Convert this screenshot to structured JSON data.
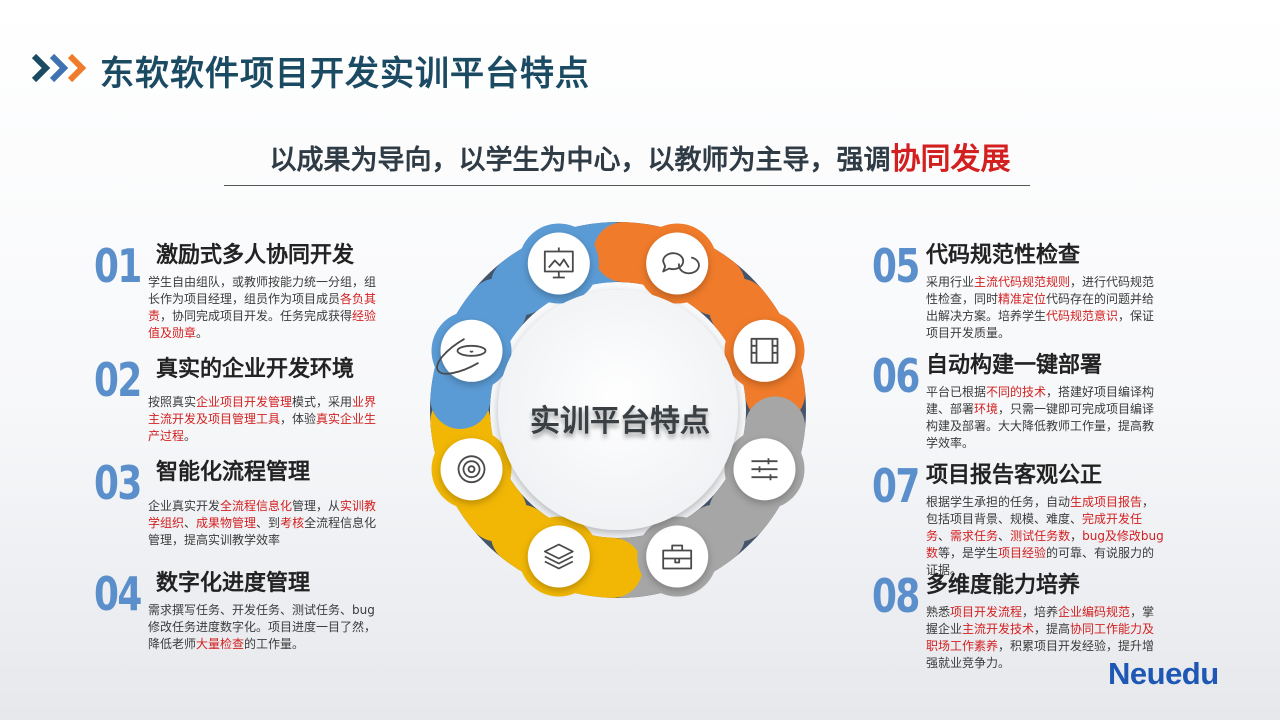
{
  "title": "东软软件项目开发实训平台特点",
  "tagline": {
    "prefix": "以成果为导向，以学生为中心，以教师为主导，强调",
    "highlight": "协同发展"
  },
  "center_label": "实训平台特点",
  "brand": "Neuedu",
  "colors": {
    "blue": "#5b9bd5",
    "orange": "#f07b2a",
    "gray": "#a6a6a6",
    "gold": "#f2b705",
    "dark": "#44546a",
    "red": "#d31f1f"
  },
  "features": [
    {
      "num": "01",
      "title": "激励式多人协同开发",
      "desc": [
        {
          "t": "学生自由组队，或教师按能力统一分组，组长作为项目经理，组员作为项目成员"
        },
        {
          "t": "各负其责",
          "r": true
        },
        {
          "t": "，协同完成项目开发。任务完成获得"
        },
        {
          "t": "经验值及勋章",
          "r": true
        },
        {
          "t": "。"
        }
      ]
    },
    {
      "num": "02",
      "title": "真实的企业开发环境",
      "desc": [
        {
          "t": "按照真实"
        },
        {
          "t": "企业项目开发管理",
          "r": true
        },
        {
          "t": "模式，采用"
        },
        {
          "t": "业界主流开发及项目管理工具",
          "r": true
        },
        {
          "t": "，体验"
        },
        {
          "t": "真实企业生产过程",
          "r": true
        },
        {
          "t": "。"
        }
      ]
    },
    {
      "num": "03",
      "title": "智能化流程管理",
      "desc": [
        {
          "t": "企业真实开发"
        },
        {
          "t": "全流程信息化",
          "r": true
        },
        {
          "t": "管理，从"
        },
        {
          "t": "实训教学组织",
          "r": true
        },
        {
          "t": "、"
        },
        {
          "t": "成果物管理",
          "r": true
        },
        {
          "t": "、到"
        },
        {
          "t": "考核",
          "r": true
        },
        {
          "t": "全流程信息化管理，提高实训教学效率"
        }
      ]
    },
    {
      "num": "04",
      "title": "数字化进度管理",
      "desc": [
        {
          "t": "需求撰写任务、开发任务、测试任务、bug修改任务进度数字化。项目进度一目了然，降低老师"
        },
        {
          "t": "大量检查",
          "r": true
        },
        {
          "t": "的工作量。"
        }
      ]
    },
    {
      "num": "05",
      "title": "代码规范性检查",
      "desc": [
        {
          "t": "采用行业"
        },
        {
          "t": "主流代码规范规则",
          "r": true
        },
        {
          "t": "，进行代码规范性检查，同时"
        },
        {
          "t": "精准定位",
          "r": true
        },
        {
          "t": "代码存在的问题并给出解决方案。培养学生"
        },
        {
          "t": "代码规范意识",
          "r": true
        },
        {
          "t": "，保证项目开发质量。"
        }
      ]
    },
    {
      "num": "06",
      "title": "自动构建一键部署",
      "desc": [
        {
          "t": "平台已根据"
        },
        {
          "t": "不同的技术",
          "r": true
        },
        {
          "t": "，搭建好项目编译构建、部署"
        },
        {
          "t": "环境",
          "r": true
        },
        {
          "t": "，只需一键即可完成项目编译构建及部署。大大降低教师工作量，提高教学效率。"
        }
      ]
    },
    {
      "num": "07",
      "title": "项目报告客观公正",
      "desc": [
        {
          "t": "根据学生承担的任务，自动"
        },
        {
          "t": "生成项目报告",
          "r": true
        },
        {
          "t": "，包括项目背景、规模、难度、"
        },
        {
          "t": "完成开发任务",
          "r": true
        },
        {
          "t": "、"
        },
        {
          "t": "需求任务",
          "r": true
        },
        {
          "t": "、"
        },
        {
          "t": "测试任务数",
          "r": true
        },
        {
          "t": "，"
        },
        {
          "t": "bug及修改bug数",
          "r": true
        },
        {
          "t": "等，是学生"
        },
        {
          "t": "项目经验",
          "r": true
        },
        {
          "t": "的可靠、有说服力的证据。"
        }
      ]
    },
    {
      "num": "08",
      "title": "多维度能力培养",
      "desc": [
        {
          "t": "熟悉"
        },
        {
          "t": "项目开发流程",
          "r": true
        },
        {
          "t": "，培养"
        },
        {
          "t": "企业编码规范",
          "r": true
        },
        {
          "t": "，掌握企业"
        },
        {
          "t": "主流开发技术",
          "r": true
        },
        {
          "t": "，提高"
        },
        {
          "t": "协同工作能力及职场工作素养",
          "r": true
        },
        {
          "t": "，积累项目开发经验，提升增强就业竞争力。"
        }
      ]
    }
  ],
  "wheel_icons": [
    "presentation-board-icon",
    "chat-bubbles-icon",
    "film-strip-icon",
    "sliders-icon",
    "briefcase-icon",
    "layers-icon",
    "target-icon",
    "atom-icon"
  ]
}
